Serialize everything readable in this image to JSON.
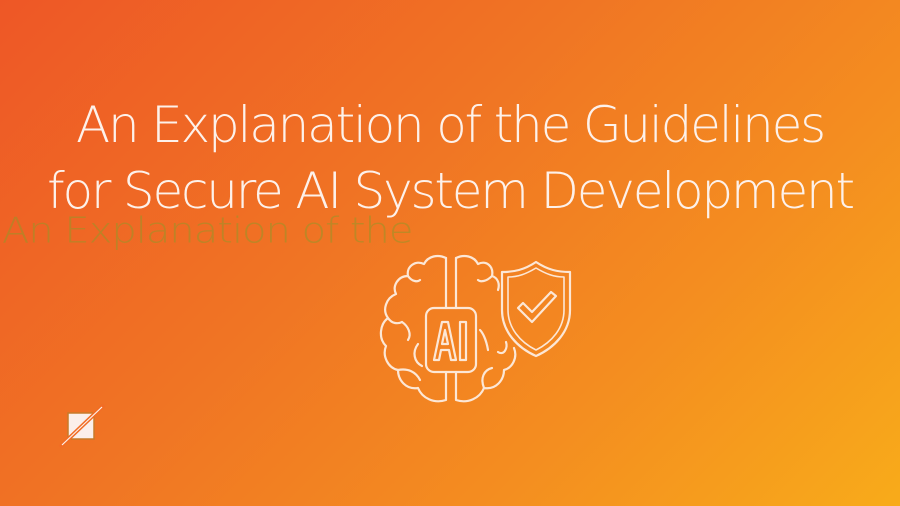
{
  "banner": {
    "title_lines": [
      "An Explanation of the Guidelines",
      "for Secure AI System Development"
    ],
    "ghost_text": "An Explanation of the",
    "icon": {
      "name": "ai-brain-shield-icon",
      "chip_label": "AI"
    },
    "logo": {
      "name": "brand-logo-icon"
    },
    "colors": {
      "gradient_start": "#EE5726",
      "gradient_mid": "#F48D20",
      "gradient_end": "#F8AB1A",
      "foreground": "#FDF1EA"
    }
  }
}
